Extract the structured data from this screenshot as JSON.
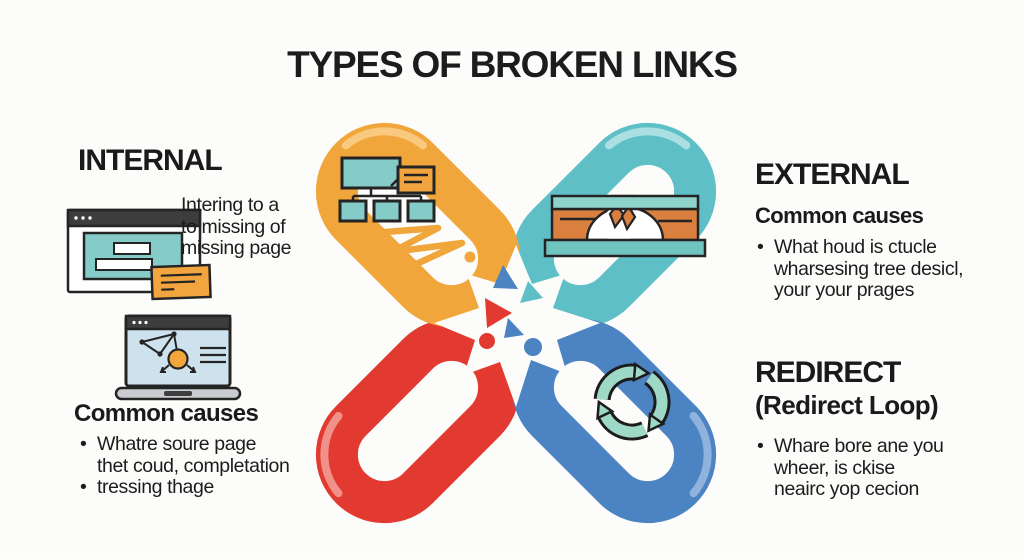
{
  "title": "TYPES OF BROKEN LINKS",
  "ui": {
    "bullet_char": "•"
  },
  "sections": {
    "internal": {
      "heading": "INTERNAL",
      "desc": [
        "Intering to a",
        "to missing of",
        "missing page"
      ],
      "causes_heading": "Common causes",
      "bullet1": [
        "Whatre soure page",
        "thet coud, completation"
      ],
      "bullet2": "tressing thage"
    },
    "external": {
      "heading": "EXTERNAL",
      "causes_heading": "Common causes",
      "bullet1": [
        "What houd is ctucle",
        "wharsesing tree desicl,",
        "your your prages"
      ]
    },
    "redirect": {
      "heading": "REDIRECT",
      "subheading": "(Redirect Loop)",
      "bullet1": [
        "Whare bore ane you",
        "wheer, is ckise",
        "neairc yop cecion"
      ]
    }
  },
  "center_graphic": {
    "description": "four broken chain links arranged in an X, shattered in the middle",
    "links": [
      {
        "name": "internal-chain-link",
        "color_key": "yellow",
        "icon": "sitemap-flowchart-icon"
      },
      {
        "name": "external-chain-link",
        "color_key": "teal",
        "icon": "broken-bridge-icon"
      },
      {
        "name": "broken-chain-link",
        "color_key": "red",
        "icon": null
      },
      {
        "name": "redirect-chain-link",
        "color_key": "blue",
        "icon": "refresh-loop-icon"
      }
    ],
    "side_icons": [
      "browser-window-icon",
      "laptop-analytics-icon"
    ]
  },
  "colors": {
    "yellow": "#F1A63C",
    "yellow_hi": "#F8C97F",
    "teal": "#5EC0C6",
    "teal_hi": "#ABDFE2",
    "red": "#E23A30",
    "red_hi": "#F0928A",
    "blue": "#4C83C3",
    "blue_hi": "#8FB3DC",
    "mint": "#9ED9C7",
    "bridge_orange": "#D9803F",
    "band_teal": "#8ED2CC",
    "base_teal": "#6FC4BF",
    "note_orange": "#F2A53E",
    "icon_teal": "#85CCC8",
    "screen_blue": "#CEE2EE",
    "laptop_gray": "#C9CCD0",
    "dark": "#242424",
    "white": "#FFFFFF",
    "background": "#FCFCFA",
    "text": "#161616"
  }
}
